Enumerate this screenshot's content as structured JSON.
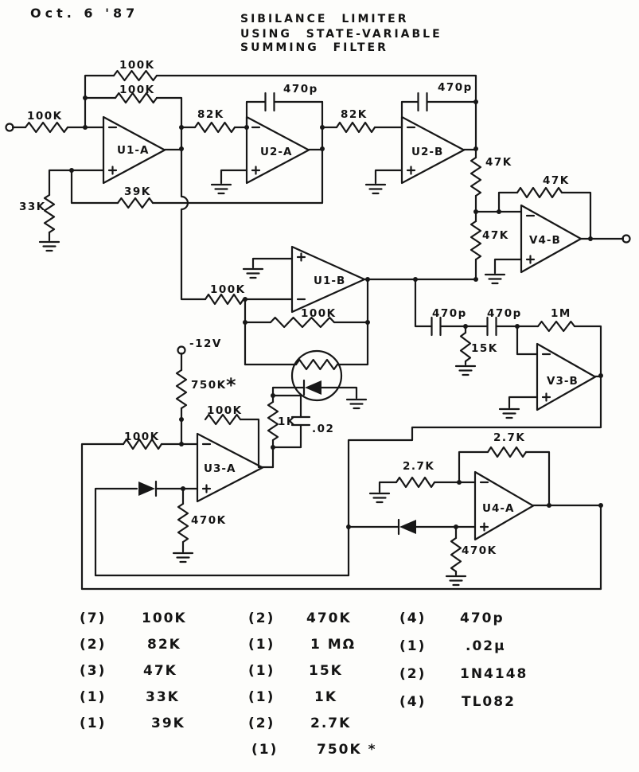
{
  "header": {
    "date": "Oct. 6  '87",
    "title": [
      "SIBILANCE LIMITER",
      "USING STATE-VARIABLE",
      "SUMMING FILTER"
    ]
  },
  "schematic": {
    "opamps": {
      "u1a": "U1-A",
      "u2a": "U2-A",
      "u2b": "U2-B",
      "v4b": "V4-B",
      "u1b": "U1-B",
      "v3b": "V3-B",
      "u3a": "U3-A",
      "u4a": "U4-A"
    },
    "labels": {
      "r_in": "100K",
      "r_fb_lp": "100K",
      "r_fb_u1a": "100K",
      "r_82k_1": "82K",
      "c_470p_1": "470p",
      "r_82k_2": "82K",
      "c_470p_2": "470p",
      "r_47k_1": "47K",
      "r_47k_fb": "47K",
      "r_47k_2": "47K",
      "r_39k": "39K",
      "r_33k": "33K",
      "r_u1b_in": "100K",
      "r_u1b_fb": "100K",
      "c_470p_3": "470p",
      "c_470p_4": "470p",
      "r_1m": "1M",
      "r_15k": "15K",
      "supply": "-12V",
      "r_750k": "750K",
      "star": "*",
      "r_u3a_fb": "100K",
      "r_u3a_in": "100K",
      "r_470k_u3a": "470K",
      "r_1k": "1K",
      "c_02": ".02",
      "r_27k_in": "2.7K",
      "r_27k_fb": "2.7K",
      "r_470k_u4a": "470K"
    },
    "ink_color": "#171717"
  },
  "parts_list": {
    "col1": [
      {
        "qty": "(7)",
        "value": "100K"
      },
      {
        "qty": "(2)",
        "value": "82K"
      },
      {
        "qty": "(3)",
        "value": "47K"
      },
      {
        "qty": "(1)",
        "value": "33K"
      },
      {
        "qty": "(1)",
        "value": "39K"
      }
    ],
    "col2": [
      {
        "qty": "(2)",
        "value": "470K"
      },
      {
        "qty": "(1)",
        "value": "1 MΩ"
      },
      {
        "qty": "(1)",
        "value": "15K"
      },
      {
        "qty": "(1)",
        "value": "1K"
      },
      {
        "qty": "(2)",
        "value": "2.7K"
      },
      {
        "qty": "(1)",
        "value": "750K *"
      }
    ],
    "col3": [
      {
        "qty": "(4)",
        "value": "470p"
      },
      {
        "qty": "(1)",
        "value": ".02μ"
      },
      {
        "qty": "(2)",
        "value": "1N4148"
      },
      {
        "qty": "(4)",
        "value": "TL082"
      }
    ]
  }
}
